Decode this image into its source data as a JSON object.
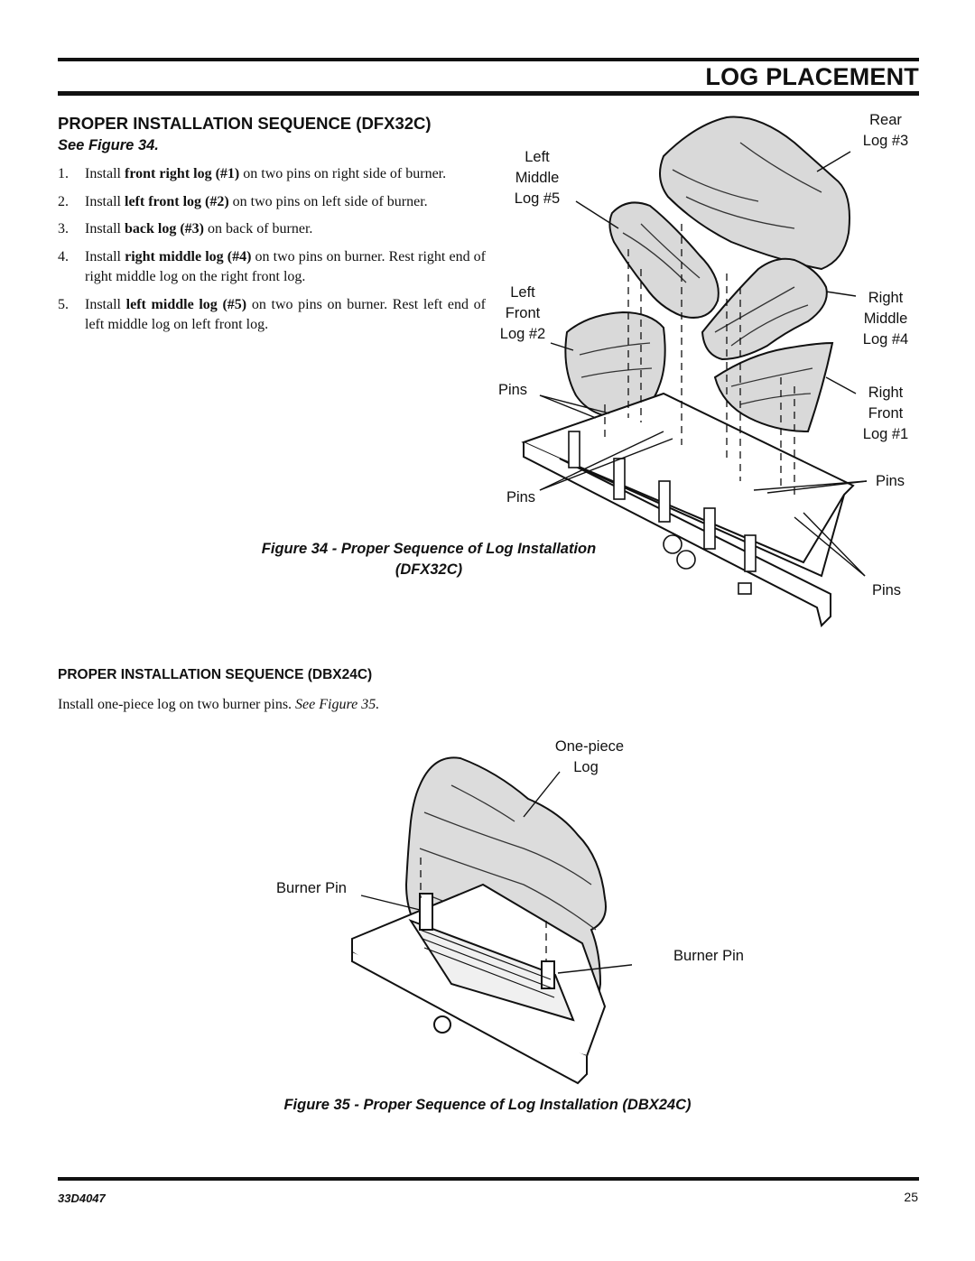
{
  "header": {
    "title": "LOG PLACEMENT"
  },
  "section1": {
    "heading": "PROPER INSTALLATION SEQUENCE (DFX32C)",
    "see_figure": "See Figure 34.",
    "steps": [
      {
        "num": "1.",
        "pre": "Install ",
        "bold": "front right log (#1)",
        "post": " on two pins on right side of burner."
      },
      {
        "num": "2.",
        "pre": "Install ",
        "bold": "left front log (#2)",
        "post": " on two pins on left side of burner."
      },
      {
        "num": "3.",
        "pre": "Install ",
        "bold": "back log (#3)",
        "post": " on back of burner."
      },
      {
        "num": "4.",
        "pre": "Install ",
        "bold": "right middle log (#4)",
        "post": " on two pins on burner. Rest right end of right middle log on the right front log."
      },
      {
        "num": "5.",
        "pre": "Install ",
        "bold": "left middle log (#5)",
        "post": " on two pins on burner. Rest left end of left middle log on left front log."
      }
    ]
  },
  "figure34": {
    "caption_line1": "Figure 34 - Proper Sequence of Log Installation",
    "caption_line2": "(DFX32C)",
    "labels": {
      "left_middle_1": "Left",
      "left_middle_2": "Middle",
      "left_middle_3": "Log #5",
      "rear_1": "Rear",
      "rear_2": "Log #3",
      "left_front_1": "Left",
      "left_front_2": "Front",
      "left_front_3": "Log #2",
      "right_middle_1": "Right",
      "right_middle_2": "Middle",
      "right_middle_3": "Log #4",
      "right_front_1": "Right",
      "right_front_2": "Front",
      "right_front_3": "Log #1",
      "pins_a": "Pins",
      "pins_b": "Pins",
      "pins_c": "Pins",
      "pins_d": "Pins"
    }
  },
  "section2": {
    "heading": "PROPER INSTALLATION SEQUENCE (DBX24C)",
    "body_pre": "Install one-piece log on two burner pins. ",
    "body_em": "See Figure 35."
  },
  "figure35": {
    "caption": "Figure 35 - Proper Sequence of Log Installation (DBX24C)",
    "labels": {
      "one_piece_1": "One-piece",
      "one_piece_2": "Log",
      "burner_pin_left": "Burner Pin",
      "burner_pin_right": "Burner Pin"
    }
  },
  "footer": {
    "doc_number": "33D4047",
    "page_number": "25"
  }
}
